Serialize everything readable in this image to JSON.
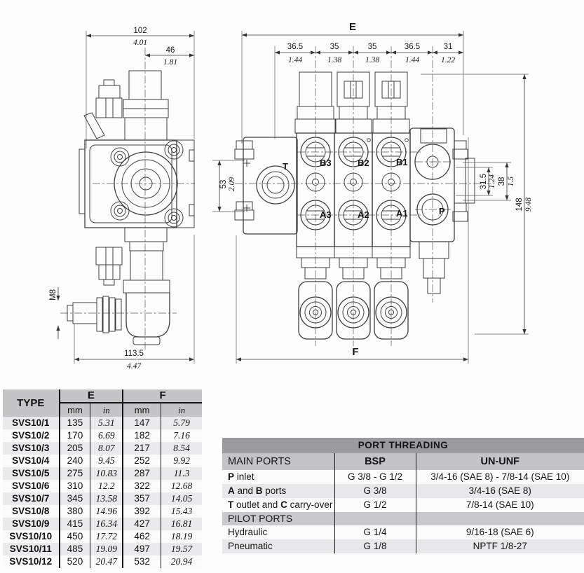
{
  "colors": {
    "line": "#3f3f3f",
    "table_title_gray": "#9b9b9f",
    "table_header_gray": "#c5c5c8",
    "row_stripe": "#eaeaec"
  },
  "drawing": {
    "left": {
      "w_mm": "102",
      "w_in": "4.01",
      "o_mm": "46",
      "o_in": "1.81",
      "d_mm": "113.5",
      "d_in": "4.47",
      "m8": "M8"
    },
    "right": {
      "e": "E",
      "f": "F",
      "segs": [
        {
          "mm": "36.5",
          "in": "1.44"
        },
        {
          "mm": "35",
          "in": "1.38"
        },
        {
          "mm": "35",
          "in": "1.38"
        },
        {
          "mm": "36.5",
          "in": "1.44"
        },
        {
          "mm": "31",
          "in": "1.22"
        }
      ],
      "h53": {
        "mm": "53",
        "in": "2.09"
      },
      "h315": {
        "mm": "31.5",
        "in": "1.24"
      },
      "h38": {
        "mm": "38",
        "in": "1.5"
      },
      "h148": {
        "mm": "148",
        "in": "9.48"
      },
      "ports": {
        "t": "T",
        "b3": "B3",
        "b2": "B2",
        "b1": "B1",
        "a3": "A3",
        "a2": "A2",
        "a1": "A1",
        "p": "P"
      }
    }
  },
  "type_table": {
    "col_type": "TYPE",
    "col_e": "E",
    "col_f": "F",
    "unit_mm": "mm",
    "unit_in": "in",
    "rows": [
      {
        "type": "SVS10/1",
        "e_mm": "135",
        "e_in": "5.31",
        "f_mm": "147",
        "f_in": "5.79"
      },
      {
        "type": "SVS10/2",
        "e_mm": "170",
        "e_in": "6.69",
        "f_mm": "182",
        "f_in": "7.16"
      },
      {
        "type": "SVS10/3",
        "e_mm": "205",
        "e_in": "8.07",
        "f_mm": "217",
        "f_in": "8.54"
      },
      {
        "type": "SVS10/4",
        "e_mm": "240",
        "e_in": "9.45",
        "f_mm": "252",
        "f_in": "9.92"
      },
      {
        "type": "SVS10/5",
        "e_mm": "275",
        "e_in": "10.83",
        "f_mm": "287",
        "f_in": "11.3"
      },
      {
        "type": "SVS10/6",
        "e_mm": "310",
        "e_in": "12.2",
        "f_mm": "322",
        "f_in": "12.68"
      },
      {
        "type": "SVS10/7",
        "e_mm": "345",
        "e_in": "13.58",
        "f_mm": "357",
        "f_in": "14.05"
      },
      {
        "type": "SVS10/8",
        "e_mm": "380",
        "e_in": "14.96",
        "f_mm": "392",
        "f_in": "15.43"
      },
      {
        "type": "SVS10/9",
        "e_mm": "415",
        "e_in": "16.34",
        "f_mm": "427",
        "f_in": "16.81"
      },
      {
        "type": "SVS10/10",
        "e_mm": "450",
        "e_in": "17.72",
        "f_mm": "462",
        "f_in": "18.19"
      },
      {
        "type": "SVS10/11",
        "e_mm": "485",
        "e_in": "19.09",
        "f_mm": "497",
        "f_in": "19.57"
      },
      {
        "type": "SVS10/12",
        "e_mm": "520",
        "e_in": "20.47",
        "f_mm": "532",
        "f_in": "20.94"
      }
    ]
  },
  "port_table": {
    "title": "PORT THREADING",
    "col_main": "MAIN PORTS",
    "col_bsp": "BSP",
    "col_un": "UN-UNF",
    "pilot_header": "PILOT PORTS",
    "r1": {
      "l1": "P",
      "r1": " inlet",
      "bsp": "G 3/8 - G 1/2",
      "un": "3/4-16 (SAE 8) - 7/8-14 (SAE 10)"
    },
    "r2": {
      "l1": "A",
      "r1": " and ",
      "l2": "B",
      "r2": " ports",
      "bsp": "G 3/8",
      "un": "3/4-16 (SAE 8)"
    },
    "r3": {
      "l1": "T",
      "r1": " outlet and ",
      "l2": "C",
      "r2": " carry-over",
      "bsp": "G 1/2",
      "un": "7/8-14 (SAE 10)"
    },
    "r4": {
      "label": "Hydraulic",
      "bsp": "G 1/4",
      "un": "9/16-18 (SAE 6)"
    },
    "r5": {
      "label": "Pneumatic",
      "bsp": "G 1/8",
      "un": "NPTF 1/8-27"
    }
  }
}
